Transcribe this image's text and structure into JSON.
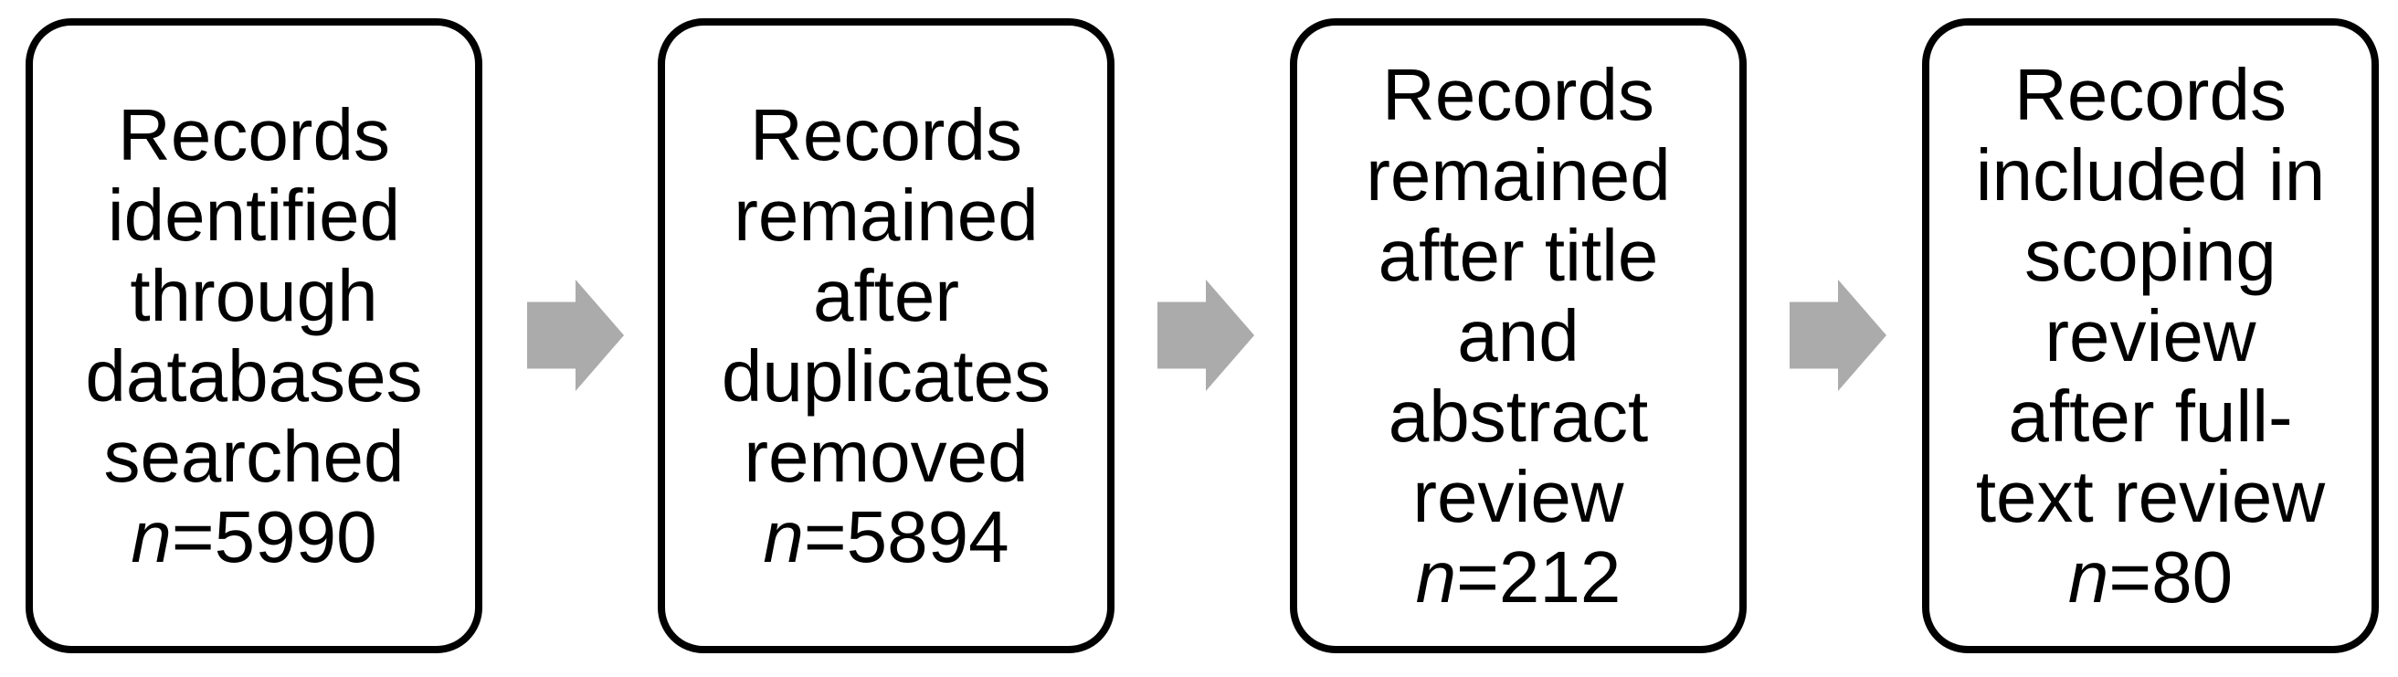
{
  "diagram": {
    "type": "flowchart",
    "background": "#ffffff",
    "box_border_color": "#000000",
    "text_color": "#000000",
    "arrow_color": "#ababab",
    "boxes": [
      {
        "id": "records-identified",
        "lines": [
          "Records",
          "identified",
          "through",
          "databases",
          "searched"
        ],
        "n_label": "n",
        "n_value": "=5990"
      },
      {
        "id": "duplicates-removed",
        "lines": [
          "Records",
          "remained",
          "after",
          "duplicates",
          "removed"
        ],
        "n_label": "n",
        "n_value": "=5894"
      },
      {
        "id": "title-abstract-review",
        "lines": [
          "Records",
          "remained",
          "after title",
          "and",
          "abstract",
          "review"
        ],
        "n_label": "n",
        "n_value": "=212"
      },
      {
        "id": "full-text-review",
        "lines": [
          "Records",
          "included in",
          "scoping",
          "review",
          "after full-",
          "text review"
        ],
        "n_label": "n",
        "n_value": "=80"
      }
    ]
  }
}
